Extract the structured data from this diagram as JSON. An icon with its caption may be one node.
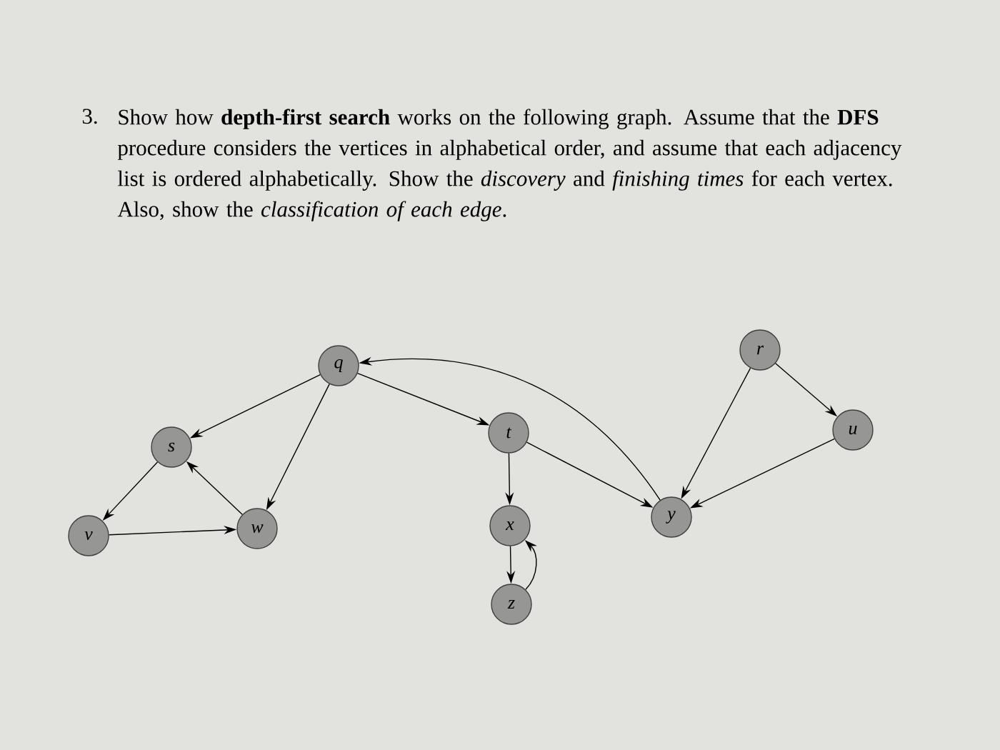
{
  "diagram": {
    "nodes": [
      {
        "text": [
          "q"
        ]
      },
      {
        "text": [
          "r"
        ]
      },
      {
        "text": [
          "s"
        ]
      },
      {
        "text": [
          "u"
        ]
      },
      {
        "text": [
          "t"
        ]
      },
      {
        "text": [
          "v"
        ]
      },
      {
        "text": [
          "w"
        ]
      },
      {
        "text": [
          "x"
        ]
      },
      {
        "text": [
          "y"
        ]
      },
      {
        "text": [
          "z"
        ]
      }
    ],
    "edges": [
      {
        "from": 0,
        "to": 2,
        "arrow": "to"
      },
      {
        "from": 0,
        "to": 6,
        "arrow": "to"
      },
      {
        "from": 0,
        "to": 4,
        "arrow": "to"
      },
      {
        "from": 1,
        "to": 3,
        "arrow": "to"
      },
      {
        "from": 1,
        "to": 8,
        "arrow": "to"
      },
      {
        "from": 2,
        "to": 5,
        "arrow": "to"
      },
      {
        "from": 6,
        "to": 2,
        "arrow": "to"
      },
      {
        "from": 5,
        "to": 6,
        "arrow": "to"
      },
      {
        "from": 4,
        "to": 7,
        "arrow": "to"
      },
      {
        "from": 4,
        "to": 8,
        "arrow": "to"
      },
      {
        "from": 8,
        "to": 0,
        "arrow": "to"
      },
      {
        "from": 3,
        "to": 8,
        "arrow": "to"
      },
      {
        "from": 7,
        "to": 9,
        "arrow": "to"
      },
      {
        "from": 9,
        "to": 7,
        "arrow": "to"
      }
    ],
    "labels": [
      "3.",
      "Show how **depth-first search** works on the following graph. Assume that the **DFS** procedure considers the vertices in alphabetical order, and assume that each adjacency list is ordered alphabetically. Show the *discovery* and *finishing times* for each vertex. Also, show the *classification of each edge*."
    ]
  }
}
